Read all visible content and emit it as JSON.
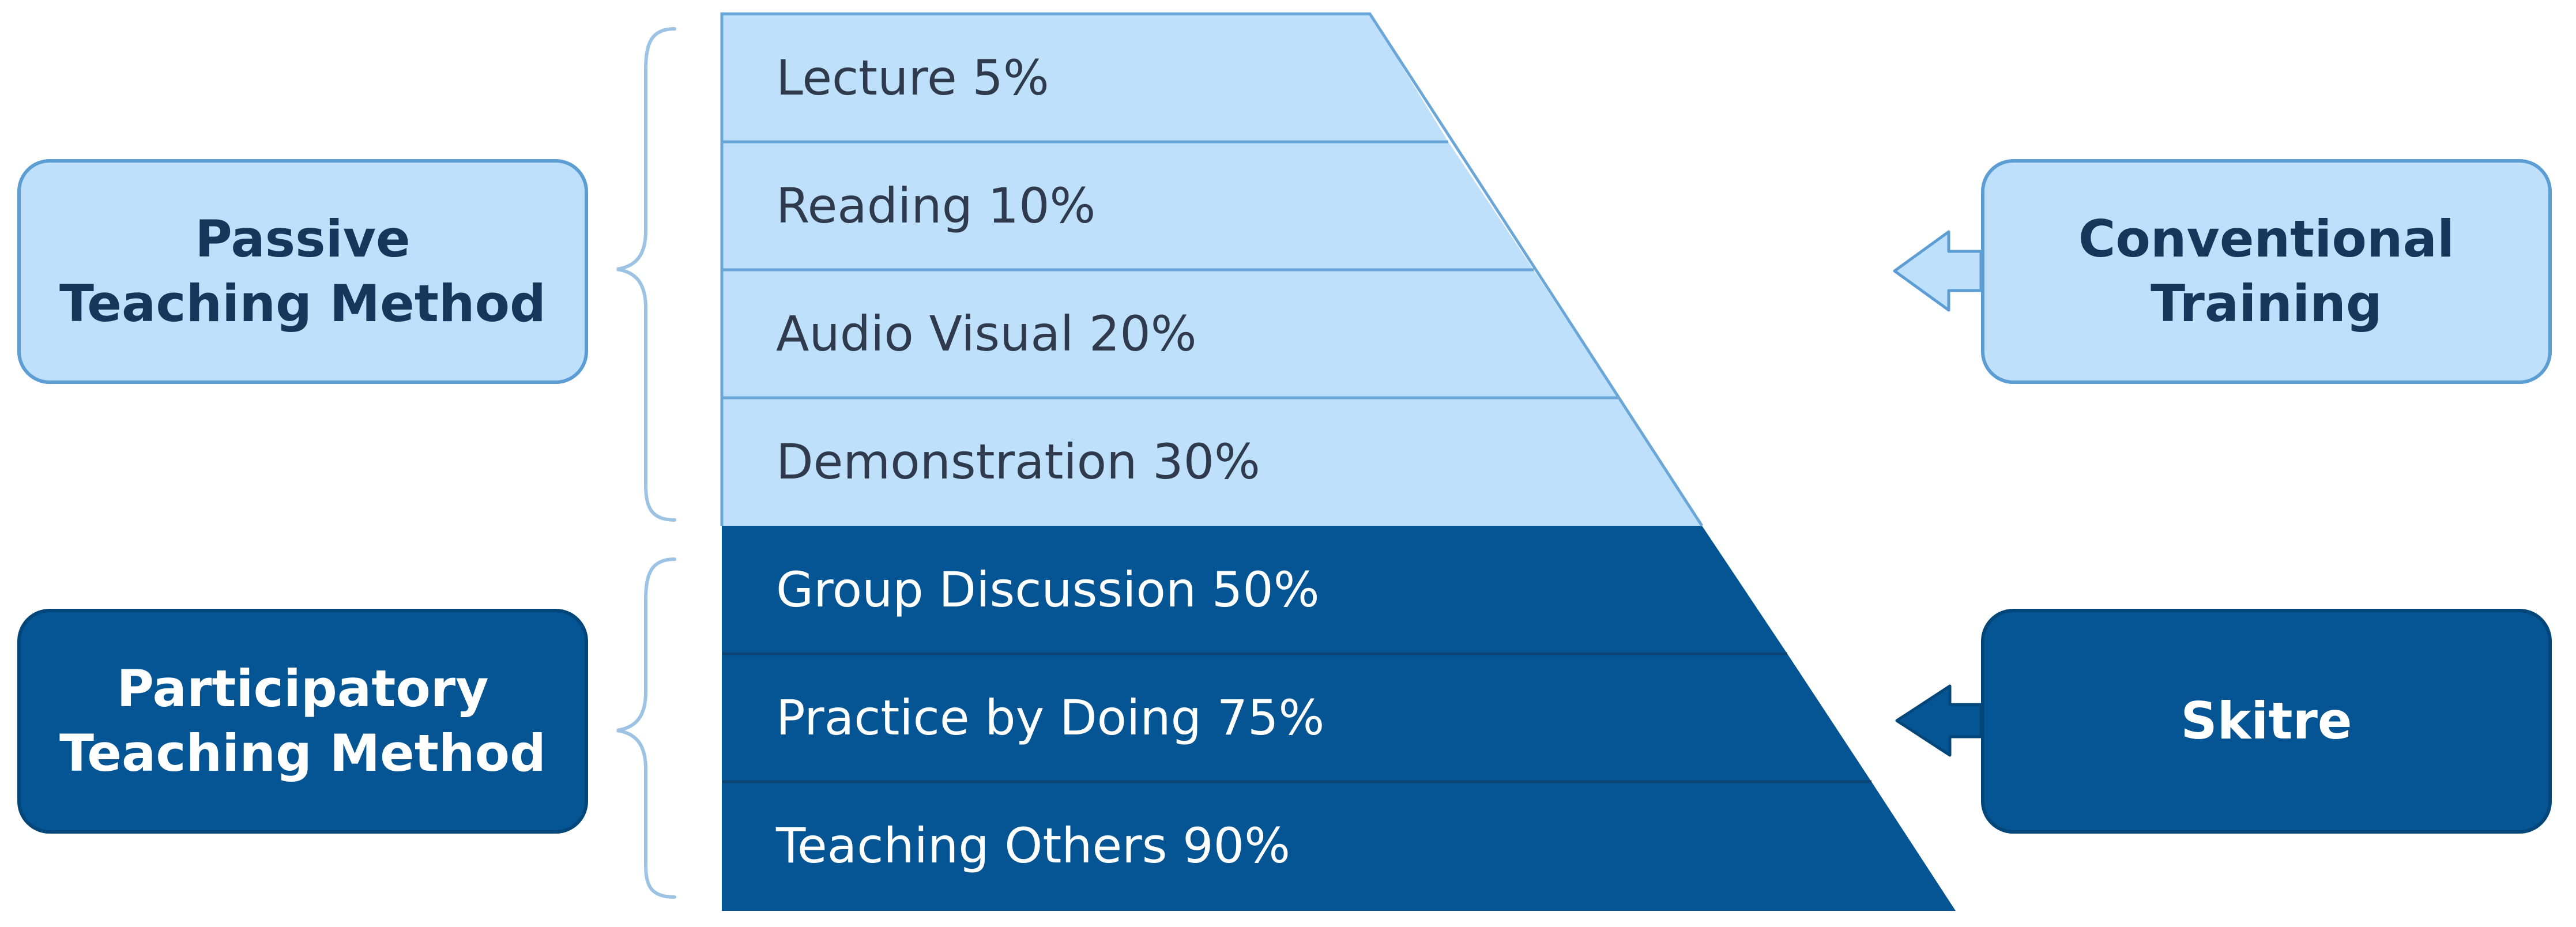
{
  "colors": {
    "passive_fill": "#bfe0fb",
    "passive_border": "#5c9dd4",
    "participatory_fill": "#055594",
    "participatory_border": "#034679",
    "bracket": "#9cc3e3",
    "row_divider": "#6aa6d8",
    "passive_text": "#2f3b4c",
    "participatory_text": "#ffffff"
  },
  "pyramid": {
    "rows": [
      {
        "label": "Lecture 5%",
        "group": "passive"
      },
      {
        "label": "Reading 10%",
        "group": "passive"
      },
      {
        "label": "Audio Visual 20%",
        "group": "passive"
      },
      {
        "label": "Demonstration 30%",
        "group": "passive"
      },
      {
        "label": "Group Discussion 50%",
        "group": "participatory"
      },
      {
        "label": "Practice by Doing 75%",
        "group": "participatory"
      },
      {
        "label": "Teaching Others 90%",
        "group": "participatory"
      }
    ]
  },
  "left_boxes": {
    "passive": {
      "line1": "Passive",
      "line2": "Teaching Method"
    },
    "participatory": {
      "line1": "Participatory",
      "line2": "Teaching Method"
    }
  },
  "right_boxes": {
    "conventional": {
      "line1": "Conventional",
      "line2": "Training"
    },
    "skitre": {
      "line1": "Skitre"
    }
  },
  "icons": {
    "passive_bracket": "left-curly-brace-icon",
    "participatory_bracket": "left-curly-brace-icon",
    "conventional_arrow": "arrow-left-icon",
    "skitre_arrow": "arrow-left-icon"
  }
}
